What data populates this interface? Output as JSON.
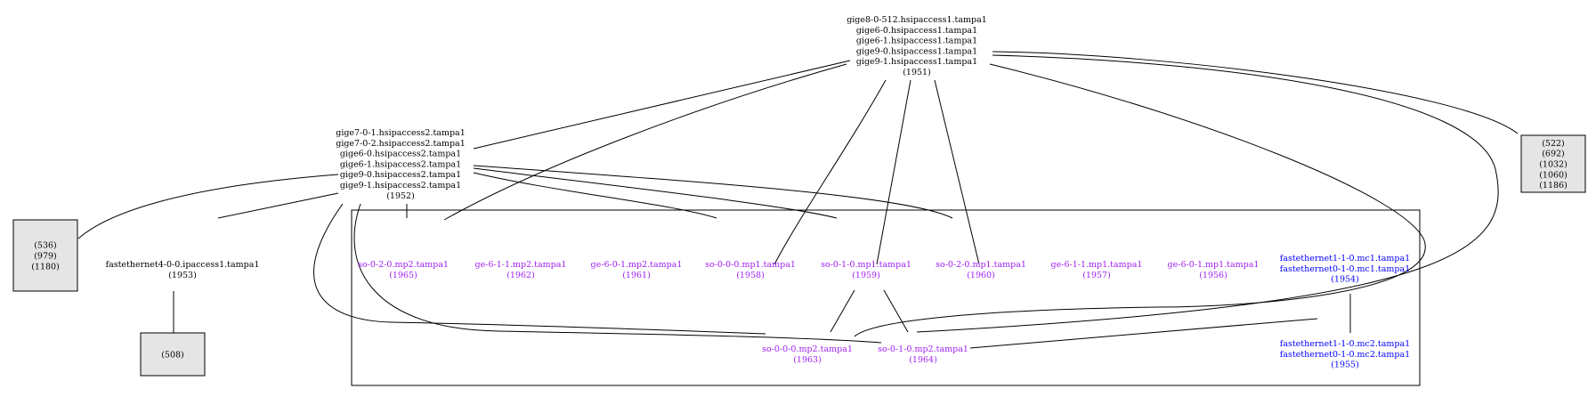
{
  "colors": {
    "black": "#000000",
    "purple": "#a020f0",
    "blue": "#0000ff",
    "box_fill": "#e5e5e5"
  },
  "nodes": {
    "n1951": {
      "lines": [
        "gige8-0-512.hsipaccess1.tampa1",
        "gige6-0.hsipaccess1.tampa1",
        "gige6-1.hsipaccess1.tampa1",
        "gige9-0.hsipaccess1.tampa1",
        "gige9-1.hsipaccess1.tampa1",
        "(1951)"
      ],
      "color": "#000000"
    },
    "n1952": {
      "lines": [
        "gige7-0-1.hsipaccess2.tampa1",
        "gige7-0-2.hsipaccess2.tampa1",
        "gige6-0.hsipaccess2.tampa1",
        "gige6-1.hsipaccess2.tampa1",
        "gige9-0.hsipaccess2.tampa1",
        "gige9-1.hsipaccess2.tampa1",
        "(1952)"
      ],
      "color": "#000000"
    },
    "n1953": {
      "lines": [
        "fastethernet4-0-0.ipaccess1.tampa1",
        "(1953)"
      ],
      "color": "#000000"
    },
    "n1965": {
      "lines": [
        "so-0-2-0.mp2.tampa1",
        "(1965)"
      ],
      "color": "#a020f0"
    },
    "n1962": {
      "lines": [
        "ge-6-1-1.mp2.tampa1",
        "(1962)"
      ],
      "color": "#a020f0"
    },
    "n1961": {
      "lines": [
        "ge-6-0-1.mp2.tampa1",
        "(1961)"
      ],
      "color": "#a020f0"
    },
    "n1958": {
      "lines": [
        "so-0-0-0.mp1.tampa1",
        "(1958)"
      ],
      "color": "#a020f0"
    },
    "n1959": {
      "lines": [
        "so-0-1-0.mp1.tampa1",
        "(1959)"
      ],
      "color": "#a020f0"
    },
    "n1960": {
      "lines": [
        "so-0-2-0.mp1.tampa1",
        "(1960)"
      ],
      "color": "#a020f0"
    },
    "n1957": {
      "lines": [
        "ge-6-1-1.mp1.tampa1",
        "(1957)"
      ],
      "color": "#a020f0"
    },
    "n1956": {
      "lines": [
        "ge-6-0-1.mp1.tampa1",
        "(1956)"
      ],
      "color": "#a020f0"
    },
    "n1954": {
      "lines": [
        "fastethernet1-1-0.mc1.tampa1",
        "fastethernet0-1-0.mc1.tampa1",
        "(1954)"
      ],
      "color": "#0000ff"
    },
    "n1963": {
      "lines": [
        "so-0-0-0.mp2.tampa1",
        "(1963)"
      ],
      "color": "#a020f0"
    },
    "n1964": {
      "lines": [
        "so-0-1-0.mp2.tampa1",
        "(1964)"
      ],
      "color": "#a020f0"
    },
    "n1955": {
      "lines": [
        "fastethernet1-1-0.mc2.tampa1",
        "fastethernet0-1-0.mc2.tampa1",
        "(1955)"
      ],
      "color": "#0000ff"
    }
  },
  "boxes": {
    "box_right": {
      "lines": [
        "(522)",
        "(692)",
        "(1032)",
        "(1060)",
        "(1186)"
      ]
    },
    "box_left": {
      "lines": [
        "(536)",
        "(979)",
        "(1180)"
      ]
    },
    "box_bottom": {
      "lines": [
        "(508)"
      ]
    }
  }
}
